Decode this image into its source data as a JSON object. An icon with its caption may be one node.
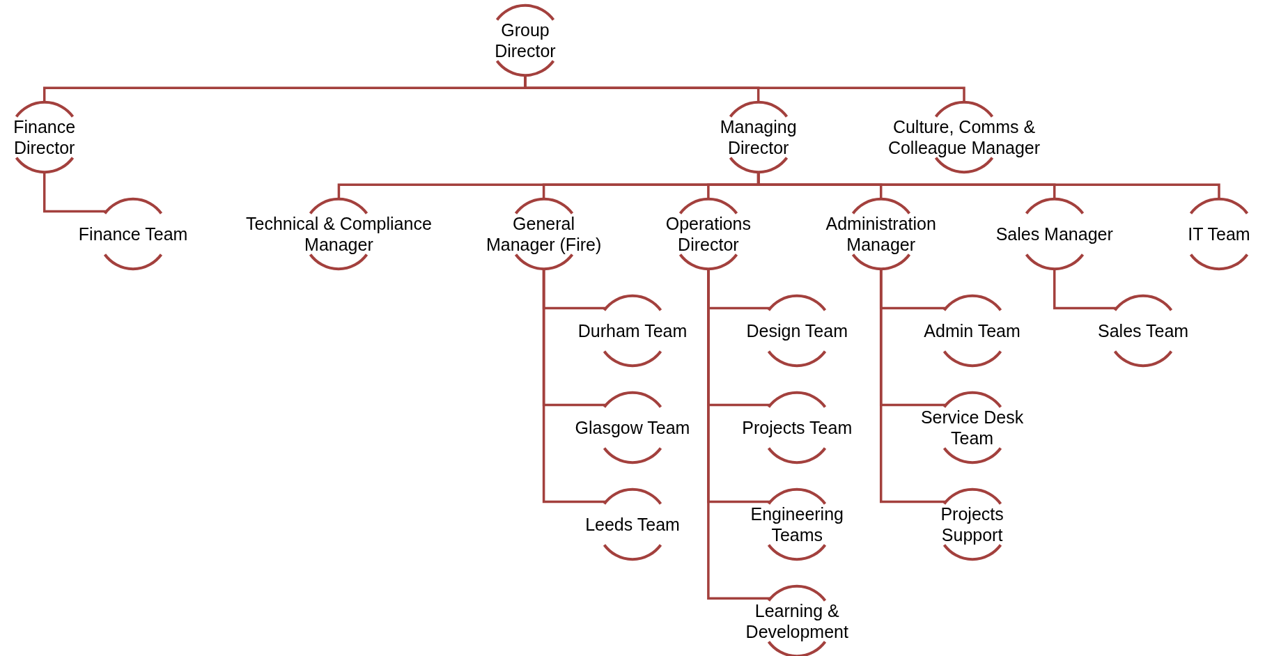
{
  "diagram": {
    "nodes": [
      {
        "text": [
          "Group Director"
        ]
      },
      {
        "text": [
          "Finance Director"
        ]
      },
      {
        "text": [
          "Managing Director"
        ]
      },
      {
        "text": [
          "Culture, Comms & Colleague Manager"
        ]
      },
      {
        "text": [
          "Finance Team"
        ]
      },
      {
        "text": [
          "Technical & Compliance Manager"
        ]
      },
      {
        "text": [
          "General Manager (Fire)"
        ]
      },
      {
        "text": [
          "Operations Director"
        ]
      },
      {
        "text": [
          "Administration Manager"
        ]
      },
      {
        "text": [
          "Sales Manager"
        ]
      },
      {
        "text": [
          "IT Team"
        ]
      },
      {
        "text": [
          "Durham Team"
        ]
      },
      {
        "text": [
          "Glasgow Team"
        ]
      },
      {
        "text": [
          "Leeds Team"
        ]
      },
      {
        "text": [
          "Design Team"
        ]
      },
      {
        "text": [
          "Projects Team"
        ]
      },
      {
        "text": [
          "Engineering Teams"
        ]
      },
      {
        "text": [
          "Learning & Development"
        ]
      },
      {
        "text": [
          "Admin Team"
        ]
      },
      {
        "text": [
          "Service Desk Team"
        ]
      },
      {
        "text": [
          "Projects Support"
        ]
      },
      {
        "text": [
          "Sales Team"
        ]
      }
    ],
    "edges": [
      {
        "from": 0,
        "to": 1,
        "arrow": "none"
      },
      {
        "from": 0,
        "to": 2,
        "arrow": "none"
      },
      {
        "from": 0,
        "to": 3,
        "arrow": "none"
      },
      {
        "from": 1,
        "to": 4,
        "arrow": "none"
      },
      {
        "from": 2,
        "to": 5,
        "arrow": "none"
      },
      {
        "from": 2,
        "to": 6,
        "arrow": "none"
      },
      {
        "from": 2,
        "to": 7,
        "arrow": "none"
      },
      {
        "from": 2,
        "to": 8,
        "arrow": "none"
      },
      {
        "from": 2,
        "to": 9,
        "arrow": "none"
      },
      {
        "from": 2,
        "to": 10,
        "arrow": "none"
      },
      {
        "from": 6,
        "to": 11,
        "arrow": "none"
      },
      {
        "from": 6,
        "to": 12,
        "arrow": "none"
      },
      {
        "from": 6,
        "to": 13,
        "arrow": "none"
      },
      {
        "from": 7,
        "to": 14,
        "arrow": "none"
      },
      {
        "from": 7,
        "to": 15,
        "arrow": "none"
      },
      {
        "from": 7,
        "to": 16,
        "arrow": "none"
      },
      {
        "from": 7,
        "to": 17,
        "arrow": "none"
      },
      {
        "from": 8,
        "to": 18,
        "arrow": "none"
      },
      {
        "from": 8,
        "to": 19,
        "arrow": "none"
      },
      {
        "from": 8,
        "to": 20,
        "arrow": "none"
      },
      {
        "from": 9,
        "to": 21,
        "arrow": "none"
      }
    ]
  }
}
